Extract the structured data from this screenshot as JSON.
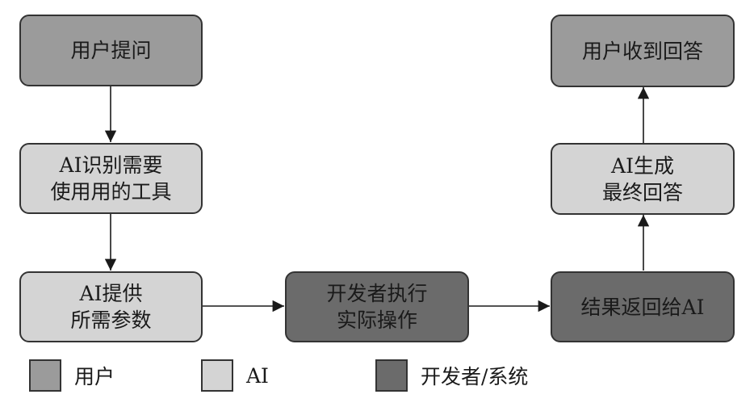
{
  "colors": {
    "user": "#9b9b9b",
    "ai": "#d4d4d4",
    "system": "#6b6b6b",
    "stroke": "#333333"
  },
  "nodes": {
    "user_ask": {
      "label": "用户提问",
      "role": "user"
    },
    "ai_identify": {
      "label": "AI识别需要\n使用用的工具",
      "role": "ai"
    },
    "ai_params": {
      "label": "AI提供\n所需参数",
      "role": "ai"
    },
    "dev_execute": {
      "label": "开发者执行\n实际操作",
      "role": "system"
    },
    "result_return": {
      "label": "结果返回给AI",
      "role": "system"
    },
    "ai_generate": {
      "label": "AI生成\n最终回答",
      "role": "ai"
    },
    "user_receive": {
      "label": "用户收到回答",
      "role": "user"
    }
  },
  "legend": [
    {
      "label": "用户",
      "role": "user"
    },
    {
      "label": "AI",
      "role": "ai"
    },
    {
      "label": "开发者/系统",
      "role": "system"
    }
  ]
}
